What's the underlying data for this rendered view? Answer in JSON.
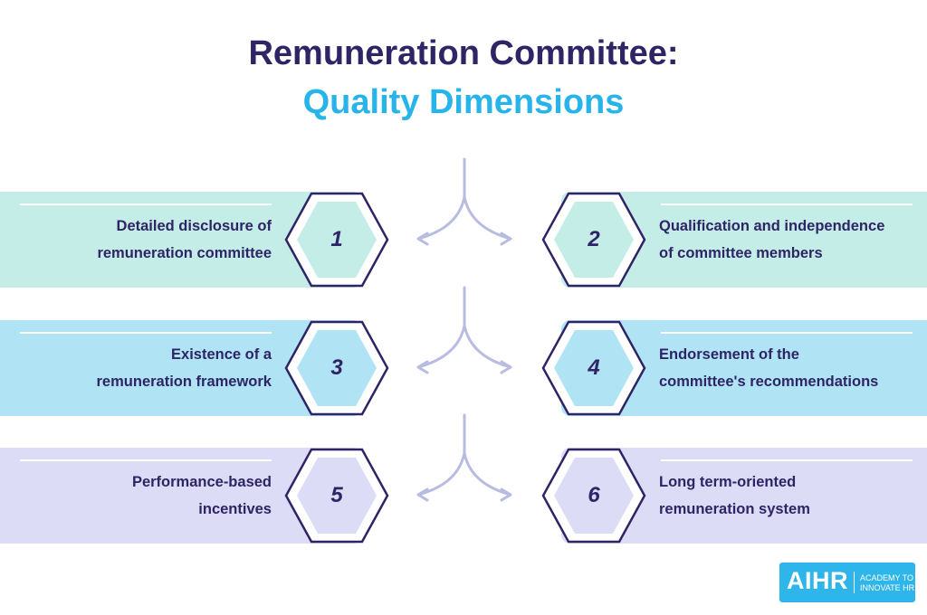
{
  "title": {
    "line1": "Remuneration Committee:",
    "line2": "Quality Dimensions"
  },
  "colors": {
    "title_dark": "#2e2466",
    "title_accent": "#26b4ea",
    "row1": "#c5ede8",
    "row2": "#b0e4f5",
    "row3": "#dcdcf6",
    "arrow": "#b8bce0"
  },
  "dimensions": [
    {
      "number": "1",
      "lines": [
        "Detailed disclosure of",
        "remuneration committee"
      ]
    },
    {
      "number": "2",
      "lines": [
        "Qualification and independence",
        "of committee members"
      ]
    },
    {
      "number": "3",
      "lines": [
        "Existence of a",
        "remuneration framework"
      ]
    },
    {
      "number": "4",
      "lines": [
        "Endorsement of the",
        "committee's recommendations"
      ]
    },
    {
      "number": "5",
      "lines": [
        "Performance-based",
        "incentives"
      ]
    },
    {
      "number": "6",
      "lines": [
        "Long term-oriented",
        "remuneration system"
      ]
    }
  ],
  "logo": {
    "mark": "AIHR",
    "tagline": [
      "ACADEMY TO",
      "INNOVATE HR"
    ]
  }
}
